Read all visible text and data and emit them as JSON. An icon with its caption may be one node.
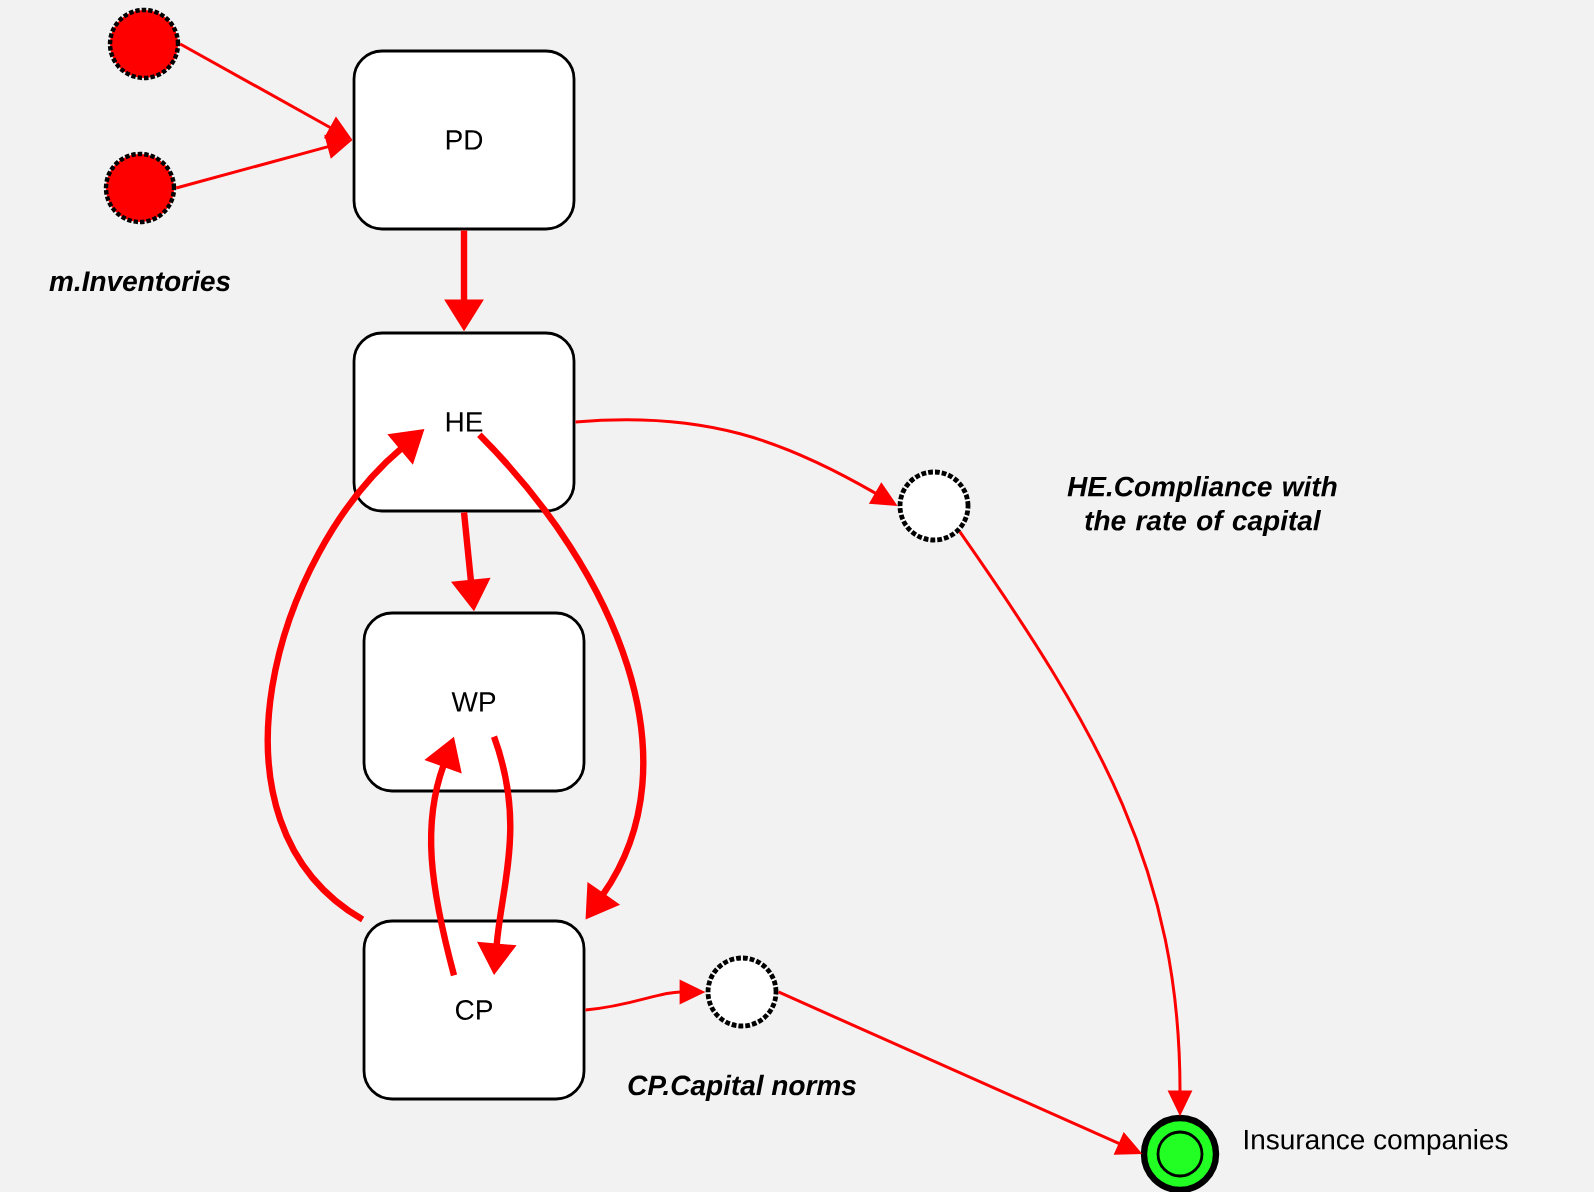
{
  "diagram": {
    "nodes": [
      {
        "text": [],
        "shape": "circle"
      },
      {
        "text": [],
        "shape": "circle",
        "beside": [
          "m.Inventories"
        ]
      },
      {
        "text": [
          "PD"
        ]
      },
      {
        "text": [
          "HE"
        ]
      },
      {
        "text": [
          "WP"
        ]
      },
      {
        "text": [
          "CP"
        ]
      },
      {
        "text": [],
        "shape": "circle",
        "beside": [
          "HE.Compliance with the rate of capital"
        ]
      },
      {
        "text": [],
        "shape": "circle",
        "beside": [
          "CP.Capital norms"
        ]
      },
      {
        "text": [],
        "shape": "circle",
        "beside": [
          "Insurance companies"
        ]
      }
    ],
    "edges": [
      {
        "from": 0,
        "to": 2,
        "arrow": "to"
      },
      {
        "from": 1,
        "to": 2,
        "arrow": "to"
      },
      {
        "from": 2,
        "to": 3,
        "arrow": "to",
        "style": "thick"
      },
      {
        "from": 3,
        "to": 4,
        "arrow": "to",
        "style": "thick"
      },
      {
        "from": 3,
        "to": 5,
        "arrow": "to",
        "style": "thick"
      },
      {
        "from": 5,
        "to": 3,
        "arrow": "to",
        "style": "thick"
      },
      {
        "from": 4,
        "to": 5,
        "arrow": "to",
        "style": "thick"
      },
      {
        "from": 5,
        "to": 4,
        "arrow": "to",
        "style": "thick"
      },
      {
        "from": 3,
        "to": 6,
        "arrow": "to"
      },
      {
        "from": 5,
        "to": 7,
        "arrow": "to"
      },
      {
        "from": 6,
        "to": 8,
        "arrow": "to"
      },
      {
        "from": 7,
        "to": 8,
        "arrow": "to"
      }
    ]
  }
}
